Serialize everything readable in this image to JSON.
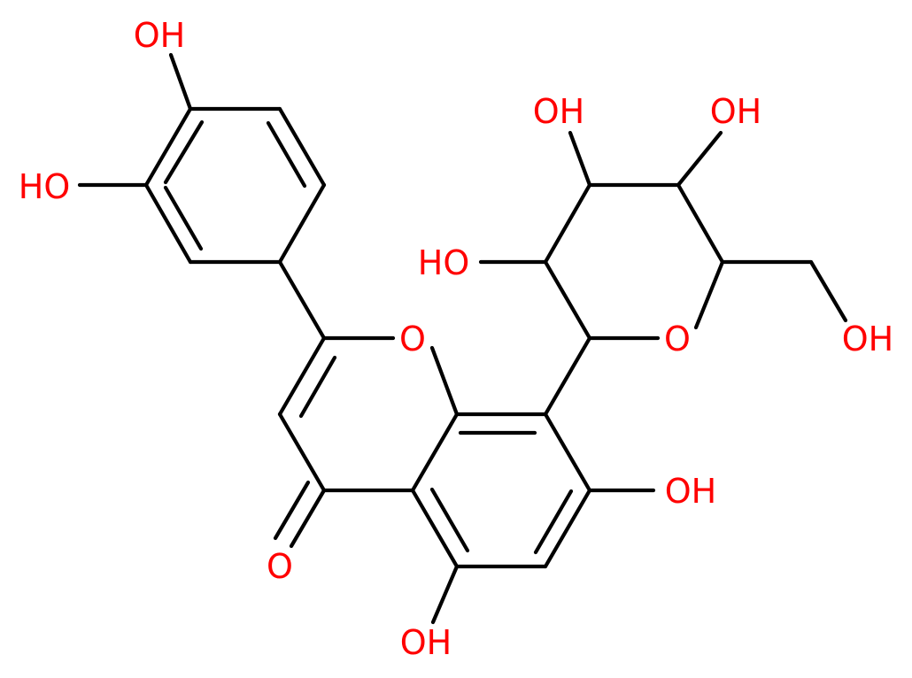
{
  "colors": {
    "bond": "#000000",
    "oxygen": "#ff0000",
    "background": "#ffffff"
  },
  "molecule": {
    "atoms": [
      {
        "id": "oh_top",
        "text": "OH"
      },
      {
        "id": "oh_left",
        "text": "HO"
      },
      {
        "id": "o_ring",
        "text": "O"
      },
      {
        "id": "o_carbonyl",
        "text": "O"
      },
      {
        "id": "oh_c5",
        "text": "OH"
      },
      {
        "id": "oh_c7",
        "text": "OH"
      },
      {
        "id": "o_sugar",
        "text": "O"
      },
      {
        "id": "oh_sugar_left",
        "text": "HO"
      },
      {
        "id": "oh_sugar_top1",
        "text": "OH"
      },
      {
        "id": "oh_sugar_top2",
        "text": "OH"
      },
      {
        "id": "oh_ch2",
        "text": "OH"
      }
    ]
  }
}
